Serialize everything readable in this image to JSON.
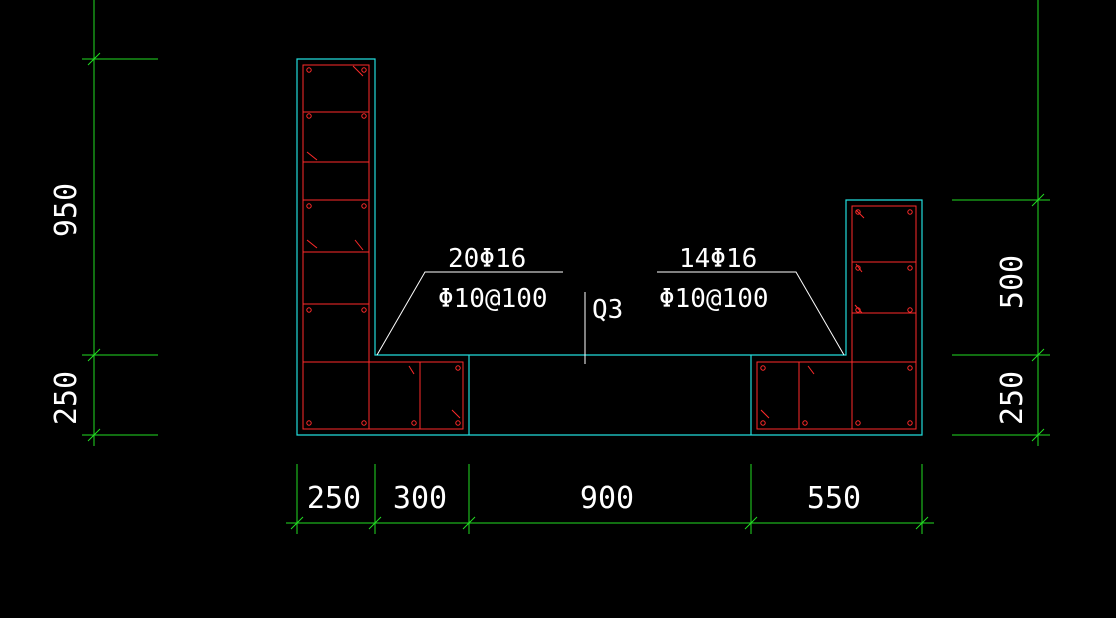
{
  "drawing": {
    "background": "#000000",
    "colors": {
      "dimension": "#22dd22",
      "outline": "#22dddd",
      "rebar": "#ff2a2a",
      "annotation": "#ffffff"
    },
    "dimensions": {
      "left_upper": "950",
      "left_lower": "250",
      "right_upper": "500",
      "right_lower": "250",
      "bottom": [
        "250",
        "300",
        "900",
        "550"
      ]
    },
    "annotations": {
      "left_main_bars": "20Φ16",
      "left_stirrups": "Φ10@100",
      "right_main_bars": "14Φ16",
      "right_stirrups": "Φ10@100",
      "wall_label": "Q3"
    }
  }
}
